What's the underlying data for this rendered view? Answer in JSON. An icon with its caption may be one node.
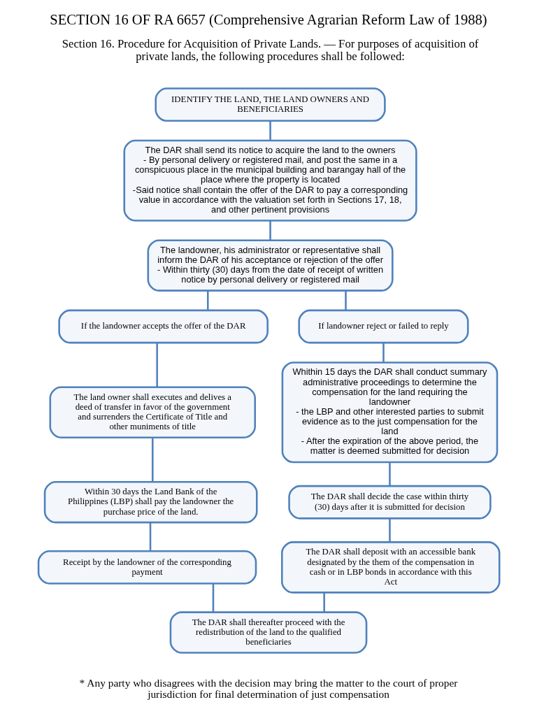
{
  "diagram": {
    "title": "SECTION 16 OF RA 6657 (Comprehensive Agrarian Reform Law of 1988)",
    "caption": "* Any party who disagrees with the decision may bring the matter to the court of proper jurisdiction for final determination of just compensation",
    "nodes": [
      {
        "text": [
          "IDENTIFY THE LAND, THE LAND OWNERS AND BENEFICIARIES"
        ]
      },
      {
        "text": [
          "The DAR shall send its notice to acquire the land to the owners",
          "- By personal delivery or registered mail, and post the same in a conspicuous place in the municipal building and barangay hall of the place where the property is located",
          "-Said notice shall contain the offer of the DAR to pay a corresponding value in accordance with the valuation set forth in Sections 17, 18, and other pertinent provisions"
        ]
      },
      {
        "text": [
          "The landowner, his administrator or representative shall inform the DAR of his acceptance or rejection of the offer",
          "- Within thirty (30) days from the date of receipt of written notice by personal delivery or registered mail"
        ]
      },
      {
        "text": [
          "If the landowner accepts the offer of the DAR"
        ]
      },
      {
        "text": [
          "If landowner reject or failed to reply"
        ]
      },
      {
        "text": [
          "The land owner shall executes and delives a deed of transfer in favor of the government and surrenders the Certificate of Title and other muniments of title"
        ]
      },
      {
        "text": [
          "Within 30 days the Land Bank of the Philippines (LBP) shall pay the landowner the purchase price of the land."
        ]
      },
      {
        "text": [
          "Receipt by the landowner of the corresponding payment"
        ]
      },
      {
        "text": [
          "Whithin 15 days the DAR shall conduct summary administrative proceedings to determine the compensation for the land requiring the landowner",
          "- the LBP and other interested parties to submit evidence as to the just compensation for the land",
          "- After the expiration of the above period, the matter is deemed submitted for decision"
        ]
      },
      {
        "text": [
          "The DAR shall decide the case within thirty (30) days after it is submitted for decision"
        ]
      },
      {
        "text": [
          "The DAR shall deposit with an accessible bank designated by the them of the compensation in cash or in LBP bonds in accordance with this Act"
        ]
      },
      {
        "text": [
          "The DAR shall thereafter proceed with the redistribution of the land to the qualified beneficiaries"
        ]
      }
    ],
    "edges": [
      {
        "from": 0,
        "to": 1,
        "arrow": "none"
      },
      {
        "from": 1,
        "to": 2,
        "arrow": "none"
      },
      {
        "from": 2,
        "to": 3,
        "arrow": "none"
      },
      {
        "from": 2,
        "to": 4,
        "arrow": "none"
      },
      {
        "from": 3,
        "to": 5,
        "arrow": "none"
      },
      {
        "from": 5,
        "to": 6,
        "arrow": "none"
      },
      {
        "from": 6,
        "to": 7,
        "arrow": "none"
      },
      {
        "from": 4,
        "to": 8,
        "arrow": "none"
      },
      {
        "from": 8,
        "to": 9,
        "arrow": "none"
      },
      {
        "from": 9,
        "to": 10,
        "arrow": "none"
      },
      {
        "from": 7,
        "to": 11,
        "arrow": "none"
      },
      {
        "from": 10,
        "to": 11,
        "arrow": "none"
      }
    ],
    "labels": [
      "Section 16. Procedure for Acquisition of Private Lands. — For purposes of acquisition of private lands, the following procedures shall be followed:"
    ]
  }
}
